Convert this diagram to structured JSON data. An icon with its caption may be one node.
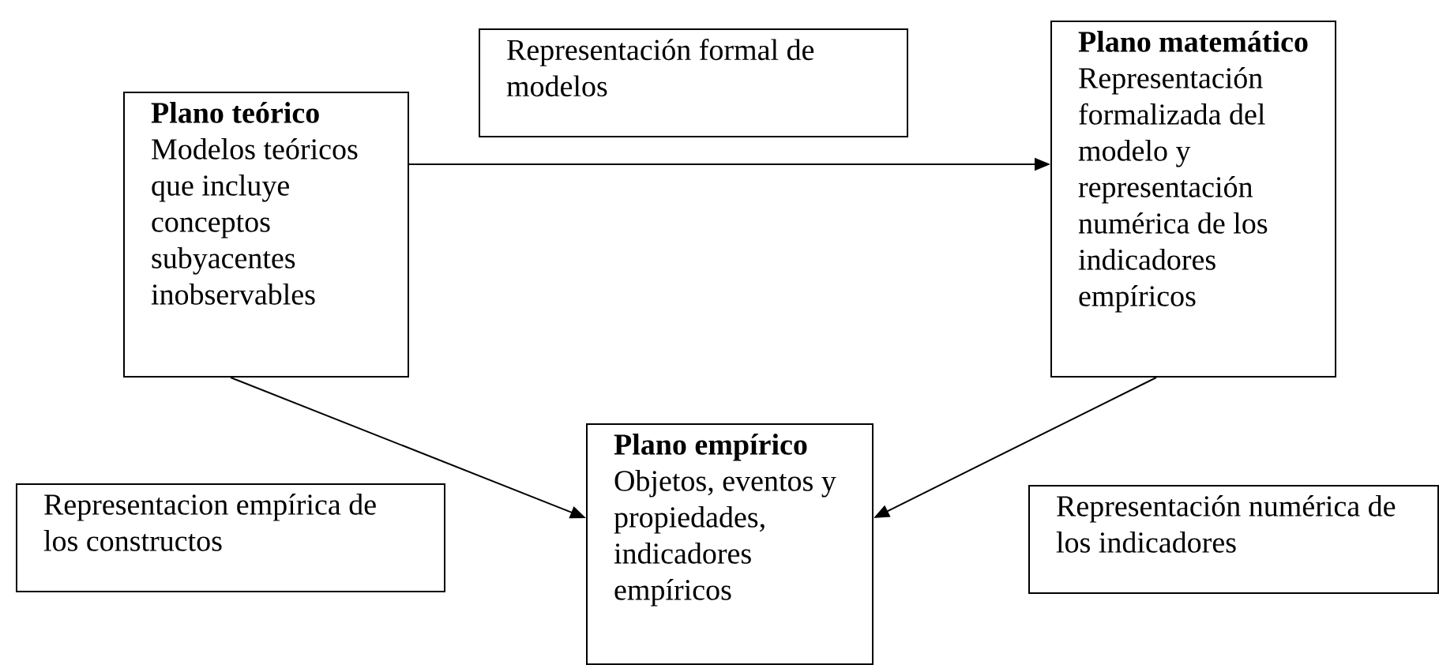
{
  "diagram": {
    "nodes": [
      {
        "text": [
          "Representación formal de modelos"
        ]
      },
      {
        "text": [
          "Plano teórico",
          "Modelos teóricos que incluye conceptos subyacentes inobservables"
        ]
      },
      {
        "text": [
          "Plano matemático",
          "Representación formalizada del modelo y representación numérica de los indicadores empíricos"
        ]
      },
      {
        "text": [
          "Representacion empírica de los constructos"
        ]
      },
      {
        "text": [
          "Plano empírico",
          "Objetos, eventos y propiedades, indicadores empíricos"
        ]
      },
      {
        "text": [
          "Representación numérica de los indicadores"
        ]
      }
    ],
    "edges": [
      {
        "from": 1,
        "to": 2,
        "arrow": "to"
      },
      {
        "from": 1,
        "to": 4,
        "arrow": "to"
      },
      {
        "from": 2,
        "to": 4,
        "arrow": "to"
      }
    ]
  }
}
